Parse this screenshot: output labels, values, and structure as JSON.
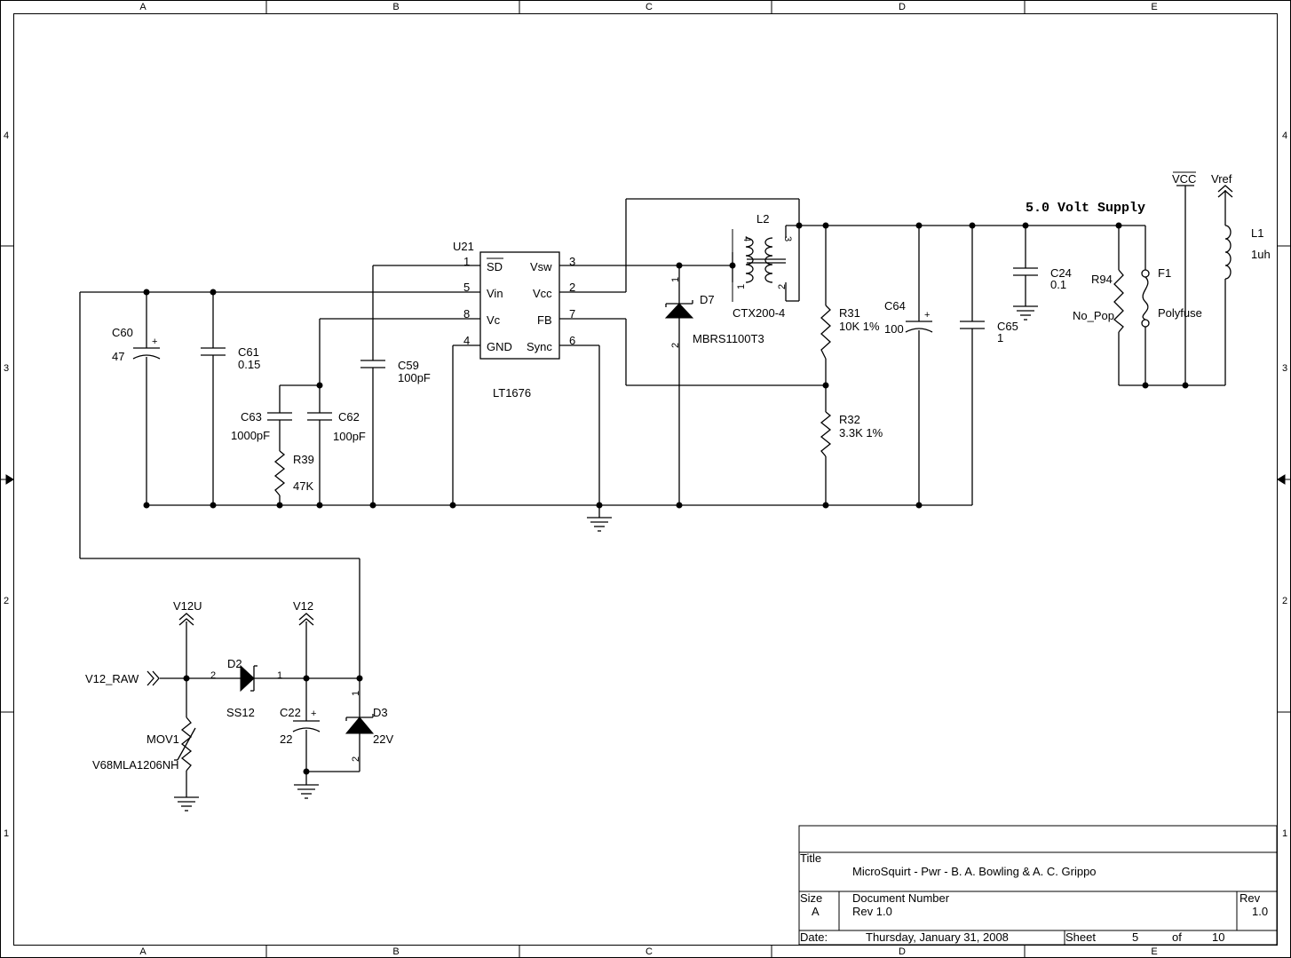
{
  "border": {
    "columns": [
      "A",
      "B",
      "C",
      "D",
      "E"
    ],
    "rows": [
      "4",
      "3",
      "2",
      "1"
    ]
  },
  "heading": "5.0 Volt Supply",
  "ic": {
    "ref": "U21",
    "part": "LT1676",
    "pins_left": [
      {
        "num": "1",
        "name": "SD"
      },
      {
        "num": "5",
        "name": "Vin"
      },
      {
        "num": "8",
        "name": "Vc"
      },
      {
        "num": "4",
        "name": "GND"
      }
    ],
    "pins_right": [
      {
        "num": "3",
        "name": "Vsw"
      },
      {
        "num": "2",
        "name": "Vcc"
      },
      {
        "num": "7",
        "name": "FB"
      },
      {
        "num": "6",
        "name": "Sync"
      }
    ]
  },
  "parts": {
    "c60": {
      "ref": "C60",
      "value": "47"
    },
    "c61": {
      "ref": "C61",
      "value": "0.15"
    },
    "c63": {
      "ref": "C63",
      "value": "1000pF"
    },
    "c62": {
      "ref": "C62",
      "value": "100pF"
    },
    "r39": {
      "ref": "R39",
      "value": "47K"
    },
    "c59": {
      "ref": "C59",
      "value": "100pF"
    },
    "d7": {
      "ref": "D7",
      "value": "MBRS1100T3",
      "pin1": "1",
      "pin2": "2"
    },
    "l2": {
      "ref": "L2",
      "value": "CTX200-4",
      "p1": "1",
      "p2": "2",
      "p3": "3",
      "p4": "4"
    },
    "r31": {
      "ref": "R31",
      "value": "10K 1%"
    },
    "r32": {
      "ref": "R32",
      "value": "3.3K 1%"
    },
    "c64": {
      "ref": "C64",
      "value": "100"
    },
    "c65": {
      "ref": "C65",
      "value": "1"
    },
    "c24": {
      "ref": "C24",
      "value": "0.1"
    },
    "r94": {
      "ref": "R94",
      "value": "No_Pop"
    },
    "f1": {
      "ref": "F1",
      "value": "Polyfuse"
    },
    "l1": {
      "ref": "L1",
      "value": "1uh"
    },
    "d2": {
      "ref": "D2",
      "value": "SS12",
      "pin1": "1",
      "pin2": "2"
    },
    "c22": {
      "ref": "C22",
      "value": "22"
    },
    "d3": {
      "ref": "D3",
      "value": "22V",
      "pin1": "1",
      "pin2": "2"
    },
    "mov1": {
      "ref": "MOV1",
      "value": "V68MLA1206NH"
    }
  },
  "nets": {
    "vcc": "VCC",
    "vref": "Vref",
    "v12u": "V12U",
    "v12": "V12",
    "v12_raw": "V12_RAW"
  },
  "polarity": "+",
  "title_block": {
    "title_label": "Title",
    "title": "MicroSquirt - Pwr - B. A. Bowling & A. C. Grippo",
    "size_label": "Size",
    "size": "A",
    "docnum_label": "Document Number",
    "docnum": "Rev 1.0",
    "rev_label": "Rev",
    "rev": "1.0",
    "date_label": "Date:",
    "date": "Thursday, January 31, 2008",
    "sheet_label": "Sheet",
    "sheet": "5",
    "of_label": "of",
    "total": "10"
  }
}
